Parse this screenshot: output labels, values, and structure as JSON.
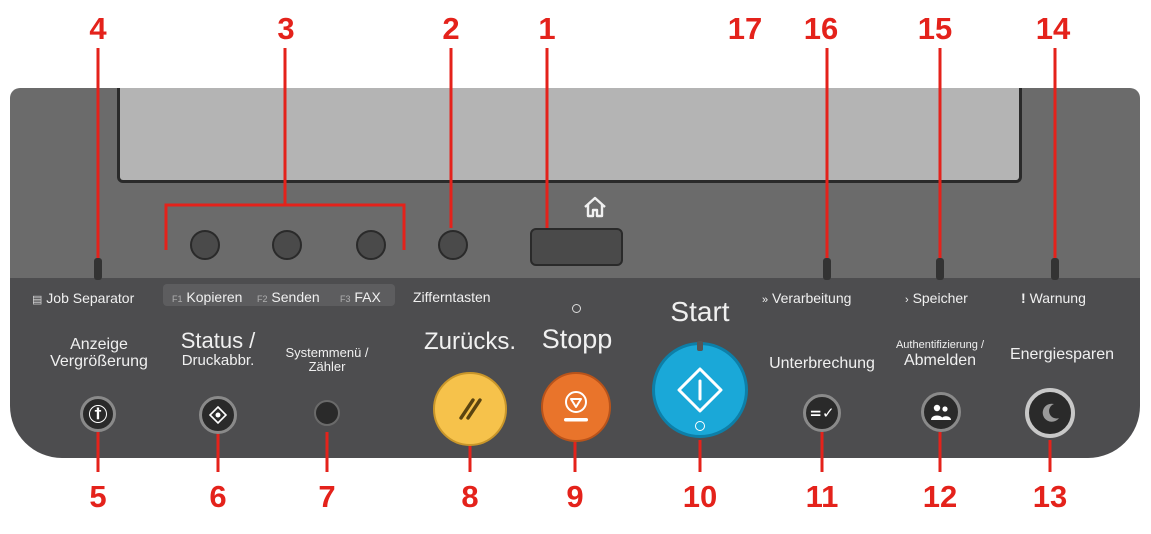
{
  "callouts_top": [
    "4",
    "3",
    "2",
    "1",
    "17",
    "16",
    "15",
    "14"
  ],
  "callouts_bottom": [
    "5",
    "6",
    "7",
    "8",
    "9",
    "10",
    "11",
    "12",
    "13"
  ],
  "indicators": {
    "job_separator": "Job Separator",
    "verarbeitung": "Verarbeitung",
    "speicher": "Speicher",
    "warnung": "Warnung"
  },
  "function_keys": {
    "f1_tag": "F1",
    "f1_label": "Kopieren",
    "f2_tag": "F2",
    "f2_label": "Senden",
    "f3_tag": "F3",
    "f3_label": "FAX",
    "ziffern": "Zifferntasten"
  },
  "buttons": {
    "anzeige_line1": "Anzeige",
    "anzeige_line2": "Vergrößerung",
    "status_line1": "Status /",
    "status_line2": "Druckabbr.",
    "system_line1": "Systemmenü /",
    "system_line2": "Zähler",
    "reset": "Zurücks.",
    "stop": "Stopp",
    "start": "Start",
    "interrupt": "Unterbrechung",
    "auth_line1": "Authentifizierung /",
    "auth_line2": "Abmelden",
    "energy": "Energiesparen"
  },
  "colors": {
    "callout": "#e4221b",
    "reset_button": "#f6c24b",
    "stop_button": "#e9742b",
    "start_button": "#1aa8d8",
    "panel_top": "#6b6b6b",
    "panel_bottom": "#4d4d4f"
  },
  "icons": {
    "home": "home-icon",
    "reset": "double-slash-icon",
    "stop": "stop-icon",
    "start": "diamond-start-icon",
    "interrupt": "interrupt-icon",
    "auth": "users-icon",
    "energy": "moon-icon",
    "magnify": "accessibility-icon",
    "status": "status-diamond-icon"
  }
}
